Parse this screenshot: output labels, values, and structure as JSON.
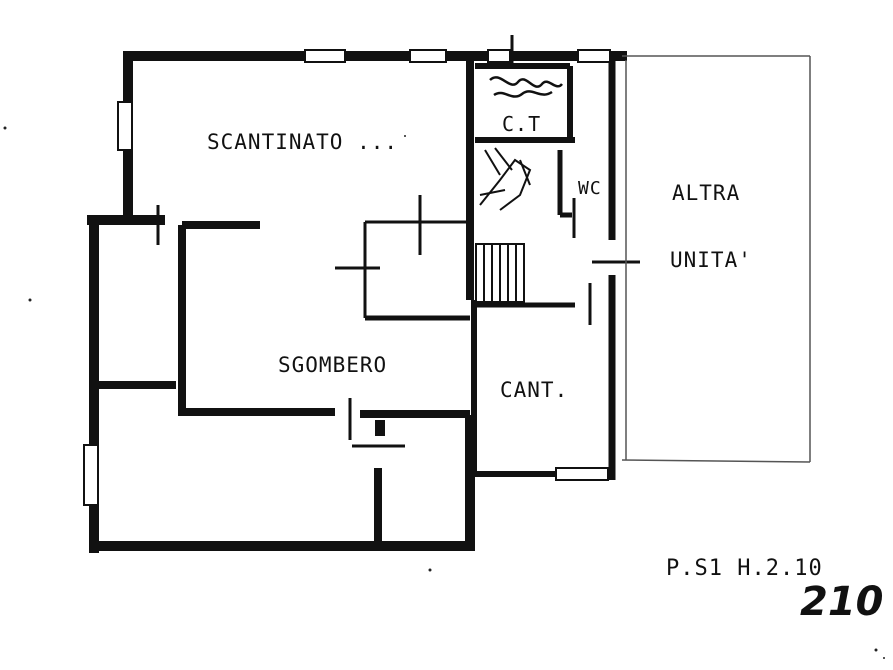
{
  "rooms": {
    "scantinato": "SCANTINATO ...",
    "ct": "C.T",
    "wc": "WC",
    "altra": "ALTRA",
    "unita": "UNITA'",
    "sgombero": "SGOMBERO",
    "cant": "CANT."
  },
  "footer": {
    "floor_height": "P.S1 H.2.10",
    "handwritten_number": "210"
  },
  "colors": {
    "wall": "#111111",
    "background": "#ffffff"
  }
}
